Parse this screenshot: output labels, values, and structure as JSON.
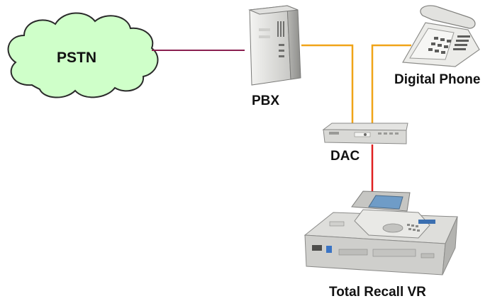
{
  "nodes": {
    "pstn": {
      "label": "PSTN",
      "icon": "cloud-icon"
    },
    "pbx": {
      "label": "PBX",
      "icon": "server-tower-icon"
    },
    "phone": {
      "label": "Digital Phone",
      "icon": "desk-phone-icon"
    },
    "dac": {
      "label": "DAC",
      "icon": "adapter-box-icon"
    },
    "recorder": {
      "label": "Total Recall VR",
      "icon": "voice-recorder-icon"
    }
  },
  "colors": {
    "cloud_fill": "#cfffc9",
    "cloud_stroke": "#2a2a2a",
    "pstn_link": "#8a2050",
    "digital_link": "#f0a418",
    "recorder_link": "#e02020"
  }
}
